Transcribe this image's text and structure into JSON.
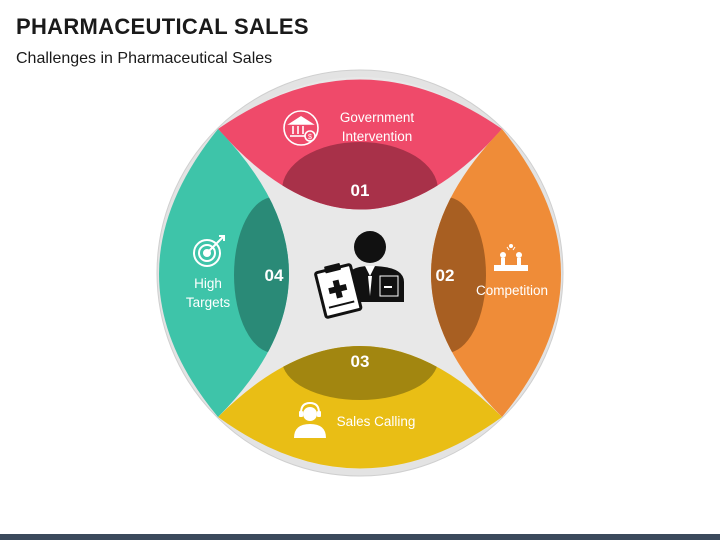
{
  "header": {
    "title": "PHARMACEUTICAL SALES",
    "subtitle": "Challenges in Pharmaceutical Sales"
  },
  "segments": [
    {
      "number": "01",
      "label_lines": [
        "Government",
        "Intervention"
      ],
      "color": "#ef4a6a",
      "dark": "#a83149",
      "icon": "bank-icon"
    },
    {
      "number": "02",
      "label_lines": [
        "Competition"
      ],
      "color": "#ef8c38",
      "dark": "#a85f22",
      "icon": "competition-podium-icon"
    },
    {
      "number": "03",
      "label_lines": [
        "Sales Calling"
      ],
      "color": "#e9be15",
      "dark": "#a28610",
      "icon": "call-agent-icon"
    },
    {
      "number": "04",
      "label_lines": [
        "High",
        "Targets"
      ],
      "color": "#3ec4a9",
      "dark": "#2a8a77",
      "icon": "target-icon"
    }
  ],
  "center": {
    "icon": "medical-representative-icon",
    "background": "#e8e8e8"
  },
  "colors": {
    "outer_circle": "#e3e3e3",
    "bottom_bar": "#3b4a5c"
  }
}
